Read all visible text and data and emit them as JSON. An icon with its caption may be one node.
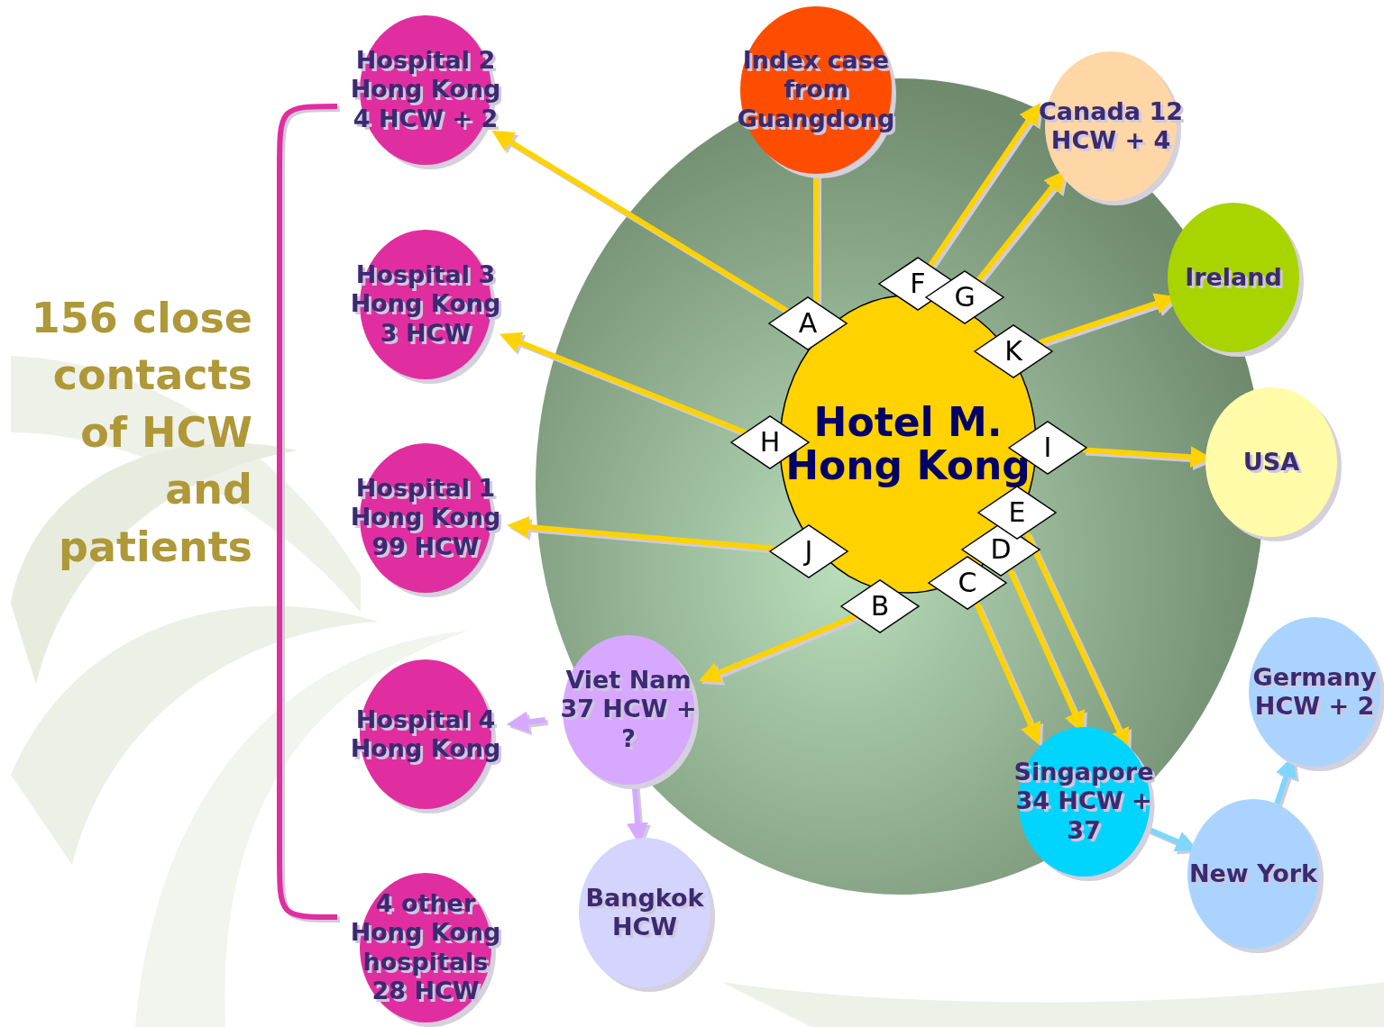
{
  "diagram": {
    "nodes": [
      {
        "text": [
          "Index case from Guangdong"
        ]
      },
      {
        "text": [
          "Hospital 2 Hong Kong 4 HCW + 2"
        ]
      },
      {
        "text": [
          "Canada 12 HCW + 4"
        ]
      },
      {
        "text": [
          "Ireland"
        ]
      },
      {
        "text": [
          "Hospital 3 Hong Kong 3 HCW"
        ]
      },
      {
        "text": [
          "Hotel M. Hong Kong"
        ]
      },
      {
        "text": [
          "A"
        ]
      },
      {
        "text": [
          "B"
        ]
      },
      {
        "text": [
          "C"
        ]
      },
      {
        "text": [
          "D"
        ]
      },
      {
        "text": [
          "E"
        ]
      },
      {
        "text": [
          "F"
        ]
      },
      {
        "text": [
          "G"
        ]
      },
      {
        "text": [
          "H"
        ]
      },
      {
        "text": [
          "I"
        ]
      },
      {
        "text": [
          "J"
        ]
      },
      {
        "text": [
          "K"
        ]
      },
      {
        "text": [
          "USA"
        ]
      },
      {
        "text": [
          "Hospital 1 Hong Kong 99 HCW"
        ]
      },
      {
        "text": [
          "Germany HCW + 2"
        ]
      },
      {
        "text": [
          "Viet Nam 37 HCW + ?"
        ]
      },
      {
        "text": [
          "Hospital 4 Hong Kong"
        ]
      },
      {
        "text": [
          "Singapore 34 HCW + 37"
        ]
      },
      {
        "text": [
          "New York"
        ]
      },
      {
        "text": [
          "Bangkok HCW"
        ]
      },
      {
        "text": [
          "4 other Hong Kong hospitals 28 HCW"
        ]
      }
    ],
    "edges": [
      {
        "from": 0,
        "to": 6,
        "arrow": "none"
      },
      {
        "from": 6,
        "to": 1,
        "arrow": "to"
      },
      {
        "from": 13,
        "to": 4,
        "arrow": "to"
      },
      {
        "from": 15,
        "to": 18,
        "arrow": "to"
      },
      {
        "from": 7,
        "to": 20,
        "arrow": "to"
      },
      {
        "from": 20,
        "to": 21,
        "arrow": "to",
        "color": "#d6a8ff"
      },
      {
        "from": 20,
        "to": 24,
        "arrow": "to",
        "color": "#d6a8ff"
      },
      {
        "from": 11,
        "to": 2,
        "arrow": "to"
      },
      {
        "from": 12,
        "to": 2,
        "arrow": "to"
      },
      {
        "from": 16,
        "to": 3,
        "arrow": "to"
      },
      {
        "from": 14,
        "to": 17,
        "arrow": "to"
      },
      {
        "from": 8,
        "to": 22,
        "arrow": "to"
      },
      {
        "from": 9,
        "to": 22,
        "arrow": "to"
      },
      {
        "from": 10,
        "to": 22,
        "arrow": "to"
      },
      {
        "from": 22,
        "to": 23,
        "arrow": "to",
        "color": "#7fd6ff"
      },
      {
        "from": 23,
        "to": 19,
        "arrow": "to",
        "color": "#7fd6ff"
      },
      {
        "from": 1,
        "to": 25,
        "arrow": "none",
        "color": "#e02ea0"
      }
    ],
    "labels": [
      "156 close contacts of HCW and patients"
    ]
  }
}
